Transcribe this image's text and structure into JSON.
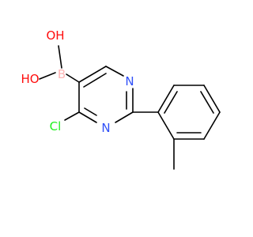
{
  "molecule": {
    "colors": {
      "bond": "#000000",
      "carbon": "#000000",
      "oxygen": "#ff0d0d",
      "nitrogen": "#3050f8",
      "chlorine": "#1ff01f",
      "boron": "#ffb5b5"
    },
    "atoms": {
      "o_top": "OH",
      "o_bottom": "HO",
      "boron": "B",
      "n_top": "N",
      "n_bottom": "N",
      "chlorine": "Cl"
    }
  }
}
